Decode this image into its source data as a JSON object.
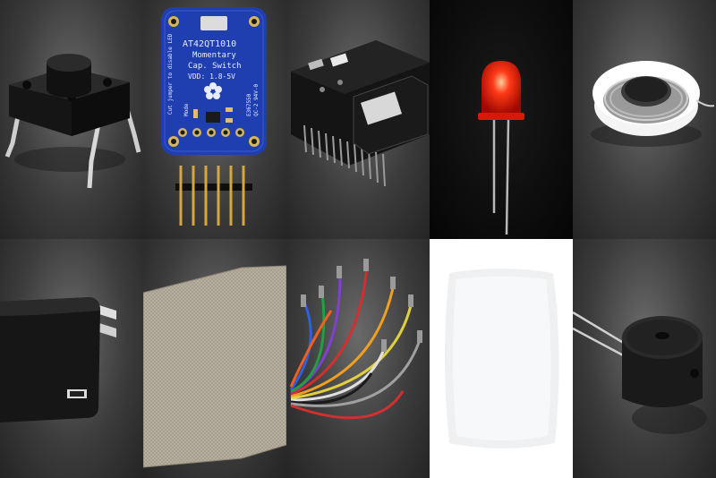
{
  "tiles": [
    {
      "name": "tactile-button"
    },
    {
      "name": "capacitive-touch-breakout",
      "pcb": {
        "line1": "AT42QT1010",
        "line2": "Momentary",
        "line3": "Cap. Switch",
        "line4": "VDD: 1.8-5V",
        "side_left": "Cut jumper to disable LED",
        "side_right": "E367550",
        "side_right2": "QC-2 94V-0",
        "mode": "Mode"
      }
    },
    {
      "name": "feather-board"
    },
    {
      "name": "red-led"
    },
    {
      "name": "solder-spool"
    },
    {
      "name": "usb-wall-adapter"
    },
    {
      "name": "conductive-fabric"
    },
    {
      "name": "jumper-wires"
    },
    {
      "name": "stuffing-bag"
    },
    {
      "name": "piezo-buzzer"
    }
  ],
  "colors": {
    "pcb_blue": "#1f3fb0",
    "led_red": "#ff2a10",
    "fabric": "#b8b0a0",
    "dark_bg": "#3c3c3c"
  }
}
